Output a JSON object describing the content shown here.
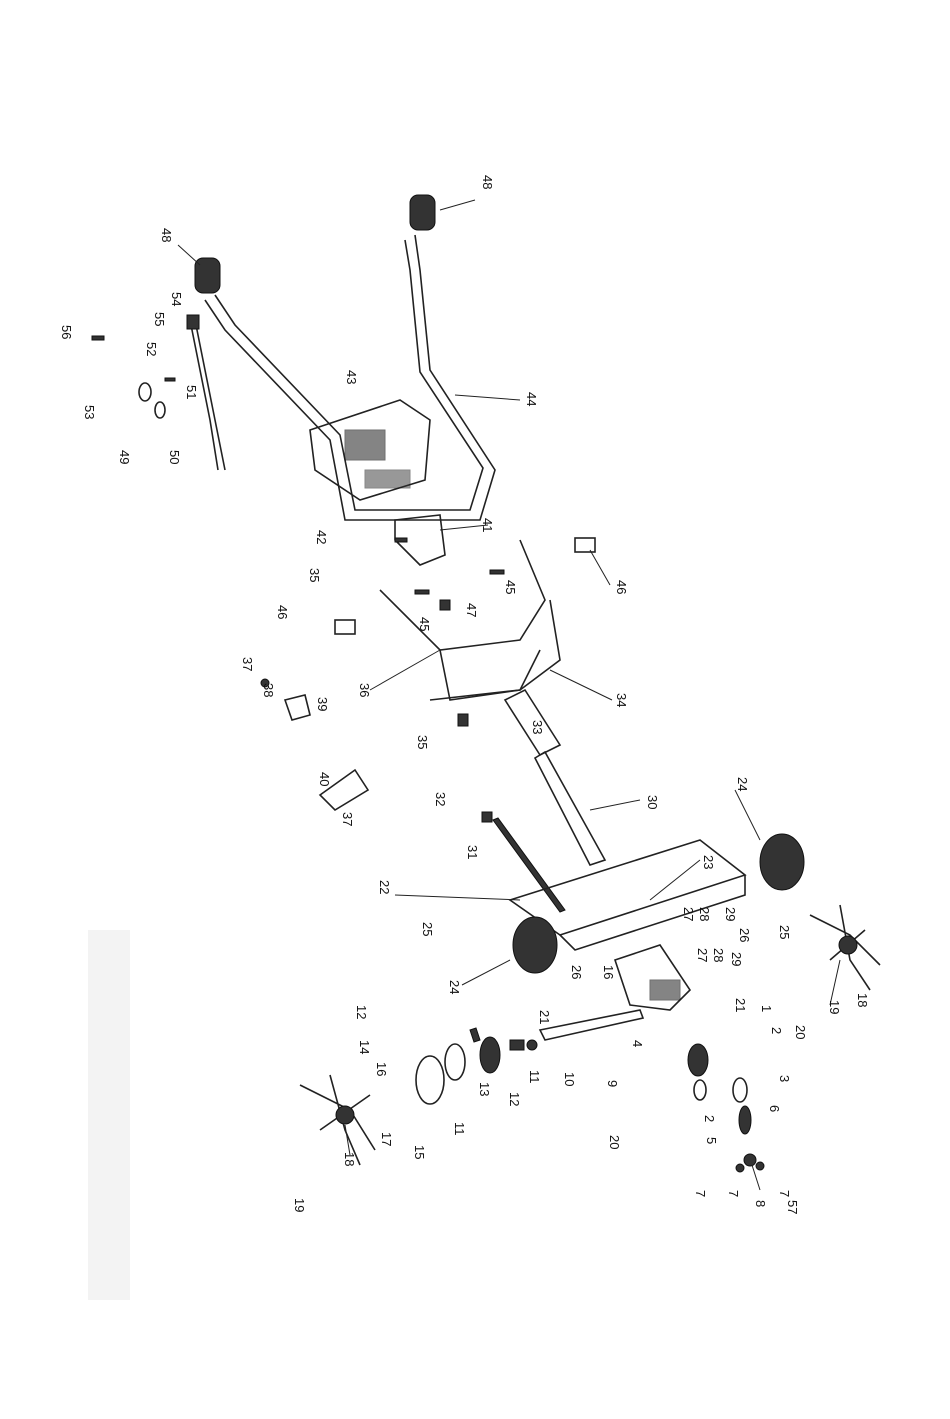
{
  "diagram": {
    "title": "Exploded parts diagram - tiller",
    "labels": [
      "48",
      "48",
      "56",
      "55",
      "54",
      "52",
      "53",
      "51",
      "49",
      "50",
      "43",
      "44",
      "42",
      "35",
      "41",
      "46",
      "46",
      "45",
      "45",
      "47",
      "37",
      "38",
      "39",
      "36",
      "34",
      "35",
      "33",
      "40",
      "37",
      "32",
      "30",
      "31",
      "24",
      "23",
      "22",
      "25",
      "27",
      "28",
      "29",
      "26",
      "27",
      "28",
      "29",
      "24",
      "26",
      "16",
      "21",
      "25",
      "19",
      "18",
      "12",
      "14",
      "16",
      "21",
      "1",
      "2",
      "20",
      "4",
      "10",
      "9",
      "11",
      "12",
      "13",
      "11",
      "15",
      "17",
      "18",
      "20",
      "3",
      "2",
      "5",
      "6",
      "7",
      "7",
      "7",
      "8",
      "57",
      "19"
    ]
  }
}
